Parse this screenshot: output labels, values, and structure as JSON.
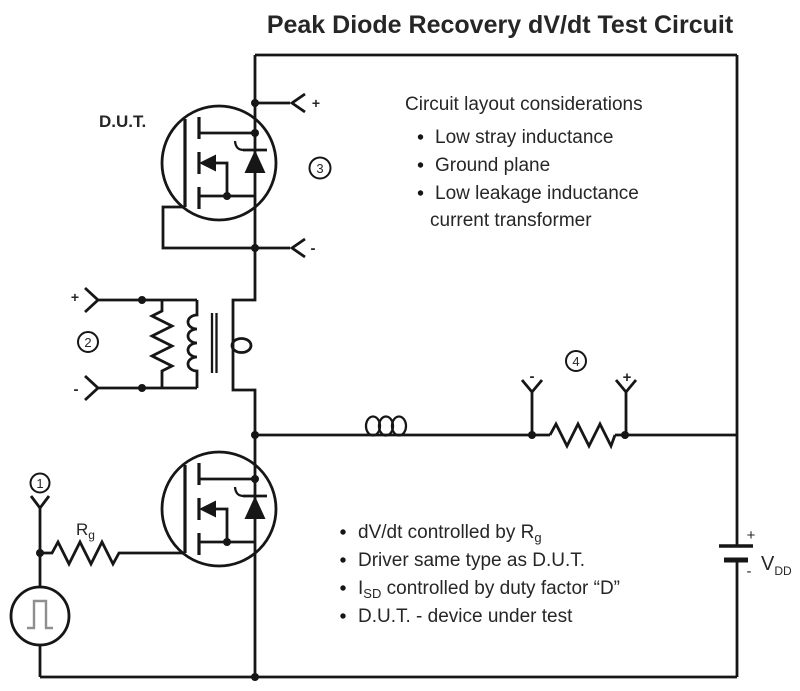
{
  "title": "Peak Diode Recovery dV/dt Test Circuit",
  "dut_label": "D.U.T.",
  "markers": {
    "m1": "1",
    "m2": "2",
    "m3": "3",
    "m4": "4"
  },
  "probe_labels": {
    "dut_plus": "+",
    "dut_minus": "-",
    "xfmr_plus": "+",
    "xfmr_minus": "-",
    "sense_minus": "-",
    "sense_plus": "+"
  },
  "battery": {
    "plus": "+",
    "minus": "-",
    "name_base": "V",
    "name_sub": "DD"
  },
  "gate_resistor": {
    "base": "R",
    "sub": "g"
  },
  "layout_notes": {
    "heading": "Circuit layout considerations",
    "items": [
      "Low stray inductance",
      "Ground plane",
      "Low leakage inductance",
      "current transformer"
    ]
  },
  "test_notes": {
    "items": [
      {
        "pre": "dV/dt controlled by R",
        "sub": "g",
        "post": ""
      },
      {
        "pre": "Driver same type as D.U.T.",
        "sub": "",
        "post": ""
      },
      {
        "pre": "I",
        "sub": "SD",
        "post": " controlled by duty factor “D”"
      },
      {
        "pre": "D.U.T. - device under test",
        "sub": "",
        "post": ""
      }
    ]
  }
}
